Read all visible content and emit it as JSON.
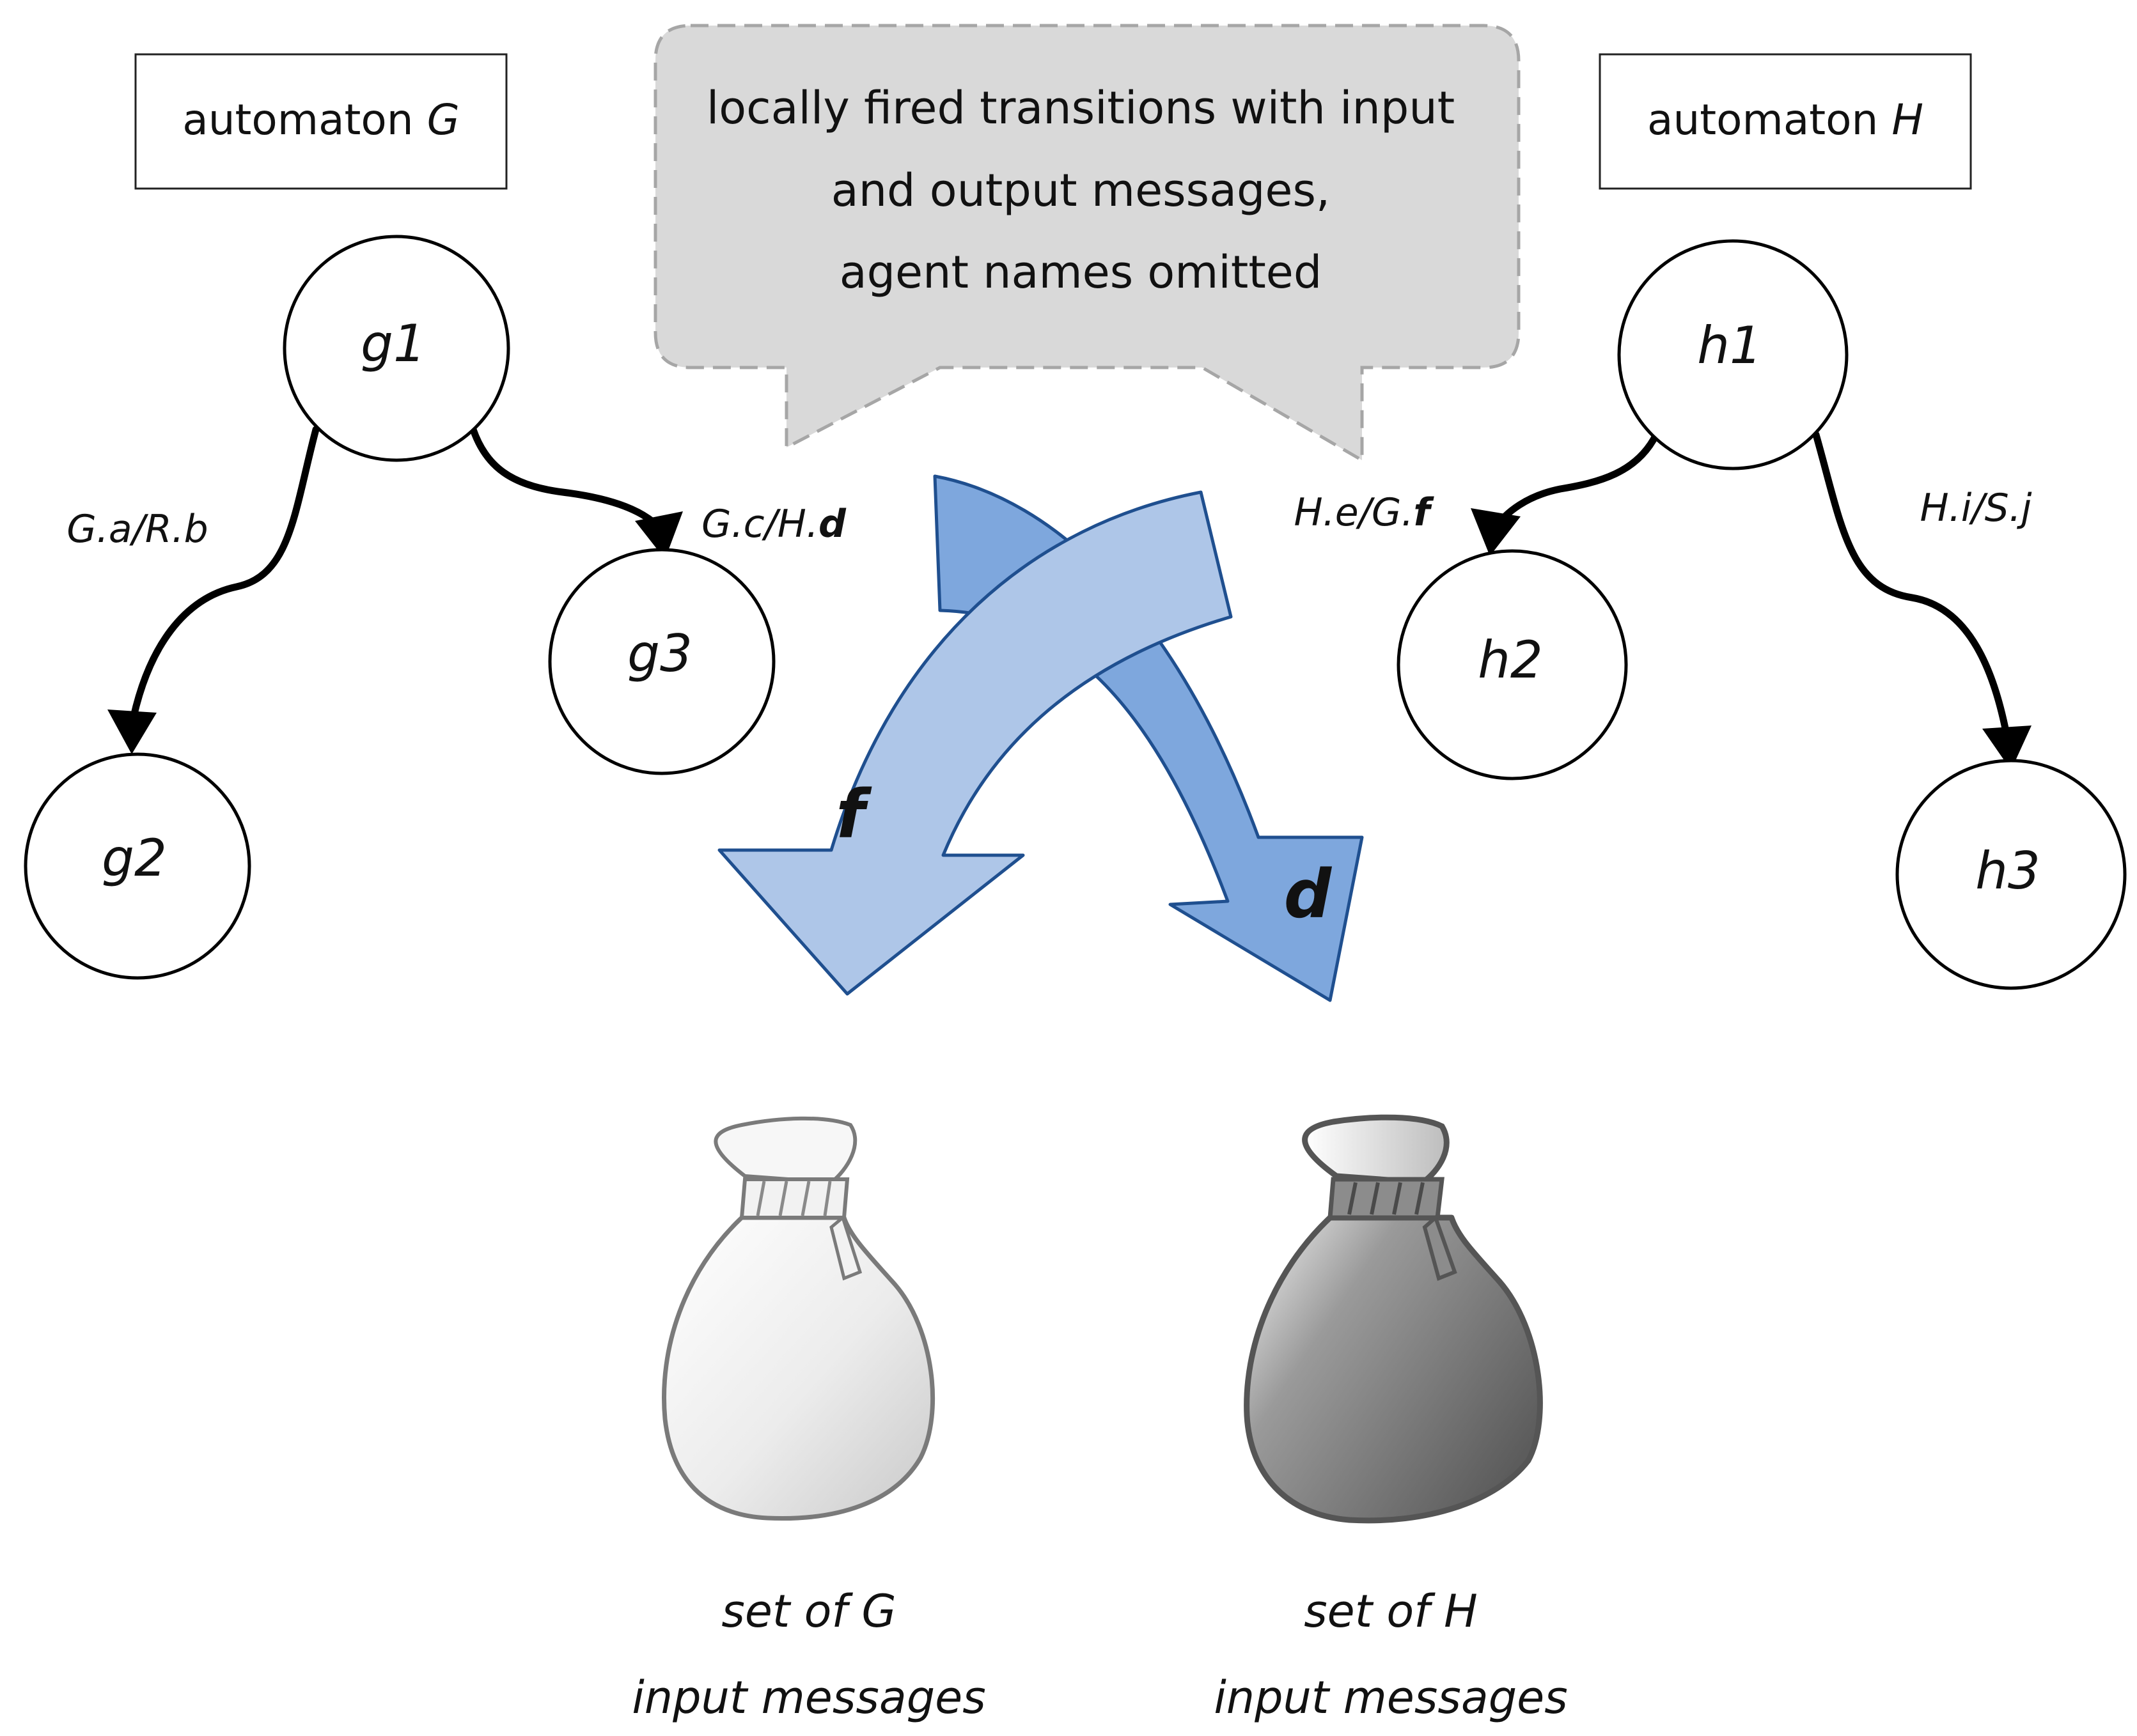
{
  "automaton_g": {
    "label_prefix": "automaton ",
    "label_name": "G",
    "states": {
      "g1": "g1",
      "g2": "g2",
      "g3": "g3"
    },
    "transitions": {
      "g1_g2": "G.a/R.b",
      "g1_g3_prefix": "G.c/H.",
      "g1_g3_output": "d"
    }
  },
  "automaton_h": {
    "label_prefix": "automaton ",
    "label_name": "H",
    "states": {
      "h1": "h1",
      "h2": "h2",
      "h3": "h3"
    },
    "transitions": {
      "h1_h2_prefix": "H.e/G.",
      "h1_h2_output": "f",
      "h1_h3": "H.i/S.j"
    }
  },
  "callout": {
    "lines": [
      "locally fired transitions with input",
      "and output messages,",
      "agent names omitted"
    ]
  },
  "message_arrows": {
    "to_g": "f",
    "to_h": "d"
  },
  "bags": {
    "g": {
      "line1": "set of G",
      "line2": "input messages"
    },
    "h": {
      "line1": "set of H",
      "line2": "input messages"
    }
  },
  "colors": {
    "arrow_light": "#aec6e8",
    "arrow_dark": "#7ea7dd",
    "arrow_stroke": "#1f4f8f",
    "callout_fill": "#d9d9d9",
    "callout_stroke": "#a6a6a6",
    "bag_dark": "#6e6e6e"
  }
}
